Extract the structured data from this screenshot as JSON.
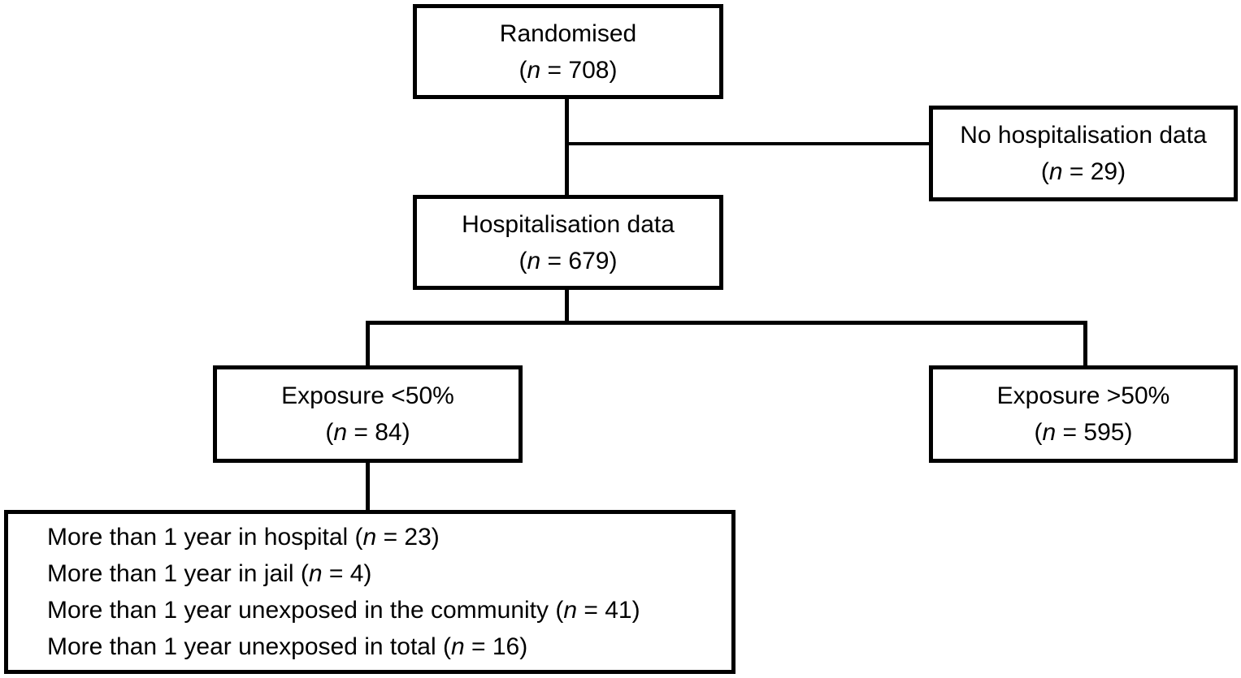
{
  "figure": {
    "type": "participant-flow-diagram",
    "background_color": "#ffffff",
    "line_color": "#000000"
  },
  "boxes": {
    "randomised": {
      "title": "Randomised",
      "n_pre": "(",
      "n_var": "n",
      "n_post": " = 708)"
    },
    "no_hospitalisation_data": {
      "title": "No hospitalisation data",
      "n_pre": "(",
      "n_var": "n",
      "n_post": " = 29)"
    },
    "hospitalisation_data": {
      "title": "Hospitalisation data",
      "n_pre": "(",
      "n_var": "n",
      "n_post": " = 679)"
    },
    "exposure_lt_50": {
      "title": "Exposure <50%",
      "n_pre": "(",
      "n_var": "n",
      "n_post": " = 84)"
    },
    "exposure_gt_50": {
      "title": "Exposure >50%",
      "n_pre": "(",
      "n_var": "n",
      "n_post": " = 595)"
    },
    "breakdown": {
      "lines": [
        {
          "pre": "More than 1 year in hospital (",
          "n_var": "n",
          "post": " = 23)"
        },
        {
          "pre": "More than 1 year in jail (",
          "n_var": "n",
          "post": " = 4)"
        },
        {
          "pre": "More than 1 year unexposed in the community (",
          "n_var": "n",
          "post": " = 41)"
        },
        {
          "pre": "More than 1 year unexposed in total (",
          "n_var": "n",
          "post": " = 16)"
        }
      ]
    }
  }
}
